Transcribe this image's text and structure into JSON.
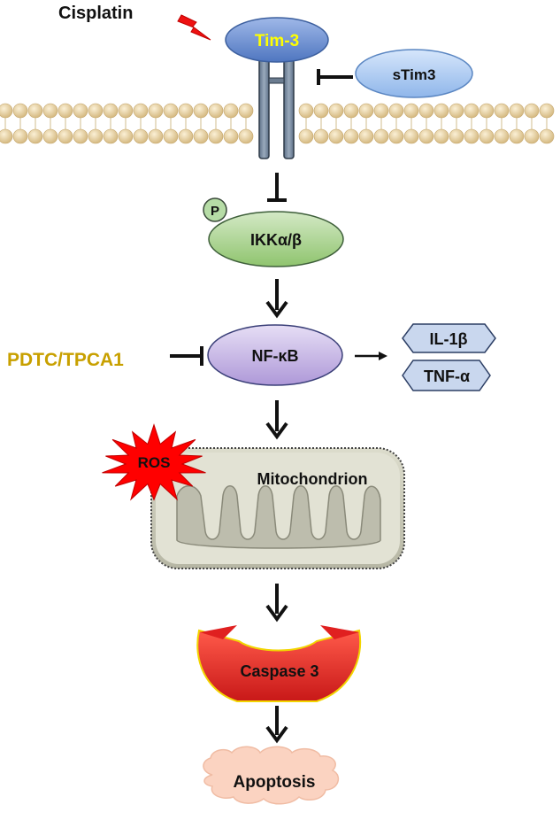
{
  "labels": {
    "cisplatin": "Cisplatin",
    "tim3": "Tim-3",
    "stim3": "sTim3",
    "phospho": "P",
    "ikk": "IKKα/β",
    "nfkb": "NF-κB",
    "inhibitor": "PDTC/TPCA1",
    "il1b": "IL-1β",
    "tnfa": "TNF-α",
    "ros": "ROS",
    "mitochondrion": "Mitochondrion",
    "caspase": "Caspase 3",
    "apoptosis": "Apoptosis"
  },
  "colors": {
    "tim3_text": "#ffff00",
    "inhibitor_text": "#c8a000",
    "ros_fill": "#ff0000",
    "bolt": "#ee1111",
    "lipid_head": "#e6cf9e",
    "ikk_fill": "#a9d08e",
    "nfkb_fill": "#c5b5e2",
    "cytokine_fill": "#c9d7ee",
    "mito_fill": "#c8c8b8",
    "caspase_fill": "#e8302a",
    "apoptosis_fill": "#fbd3c1"
  }
}
